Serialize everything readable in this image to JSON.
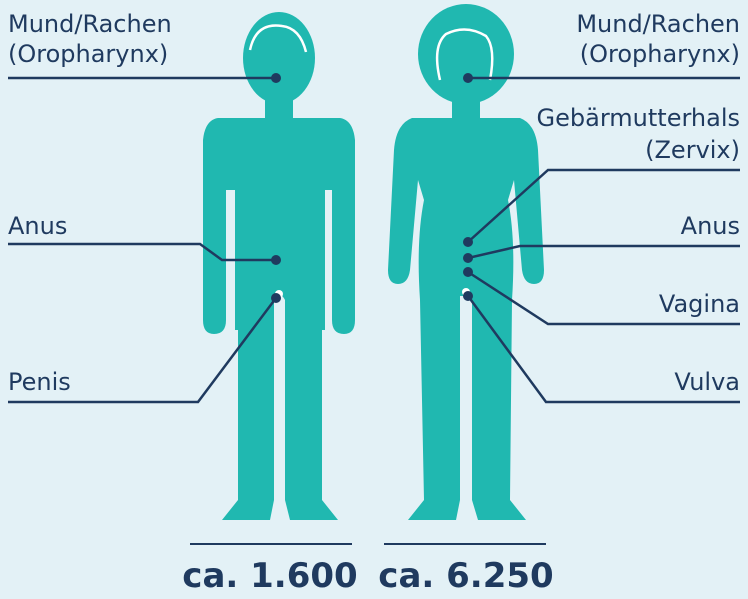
{
  "colors": {
    "background": "#e3f1f6",
    "figure": "#20b8b0",
    "line": "#1f3a5f",
    "hair_outline": "#ffffff"
  },
  "male": {
    "labels": {
      "mouth_line1": "Mund/Rachen",
      "mouth_line2": "(Oropharynx)",
      "anus": "Anus",
      "penis": "Penis"
    },
    "count": "ca. 1.600"
  },
  "female": {
    "labels": {
      "mouth_line1": "Mund/Rachen",
      "mouth_line2": "(Oropharynx)",
      "cervix_line1": "Gebärmutterhals",
      "cervix_line2": "(Zervix)",
      "anus": "Anus",
      "vagina": "Vagina",
      "vulva": "Vulva"
    },
    "count": "ca. 6.250"
  }
}
